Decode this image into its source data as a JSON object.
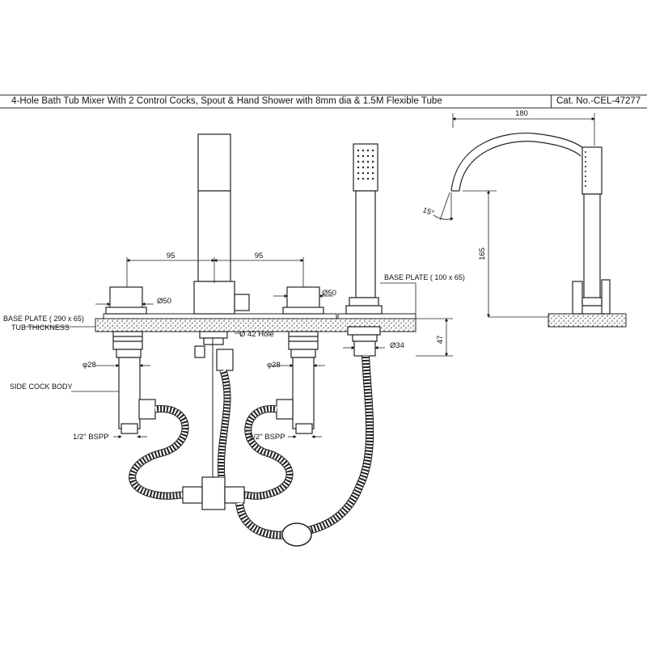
{
  "header": {
    "title": "4-Hole Bath Tub Mixer With 2 Control Cocks, Spout & Hand Shower with 8mm dia & 1.5M Flexible Tube",
    "catalog_number": "Cat. No.-CEL-47277"
  },
  "front_view": {
    "dim_left_spacing": "95",
    "dim_right_spacing": "95",
    "dim_left_knob": "Ø50",
    "dim_right_knob": "Ø50",
    "base_plate_left": "BASE PLATE ( 290 x 65)",
    "tub_thickness": "TUB THICKNESS",
    "hole_label": "Ø 42 Hole",
    "base_plate_right": "BASE PLATE ( 100 x 65)",
    "dim_left_body": "φ28",
    "dim_right_body": "φ28",
    "dim_shower_body": "Ø34",
    "dim_tub_depth": "47",
    "side_cock_body": "SIDE COCK BODY",
    "bspp_left": "1/2\" BSPP",
    "bspp_right": "1/2\" BSPP"
  },
  "side_view": {
    "dim_width": "180",
    "dim_height": "165",
    "dim_angle": "15°"
  }
}
